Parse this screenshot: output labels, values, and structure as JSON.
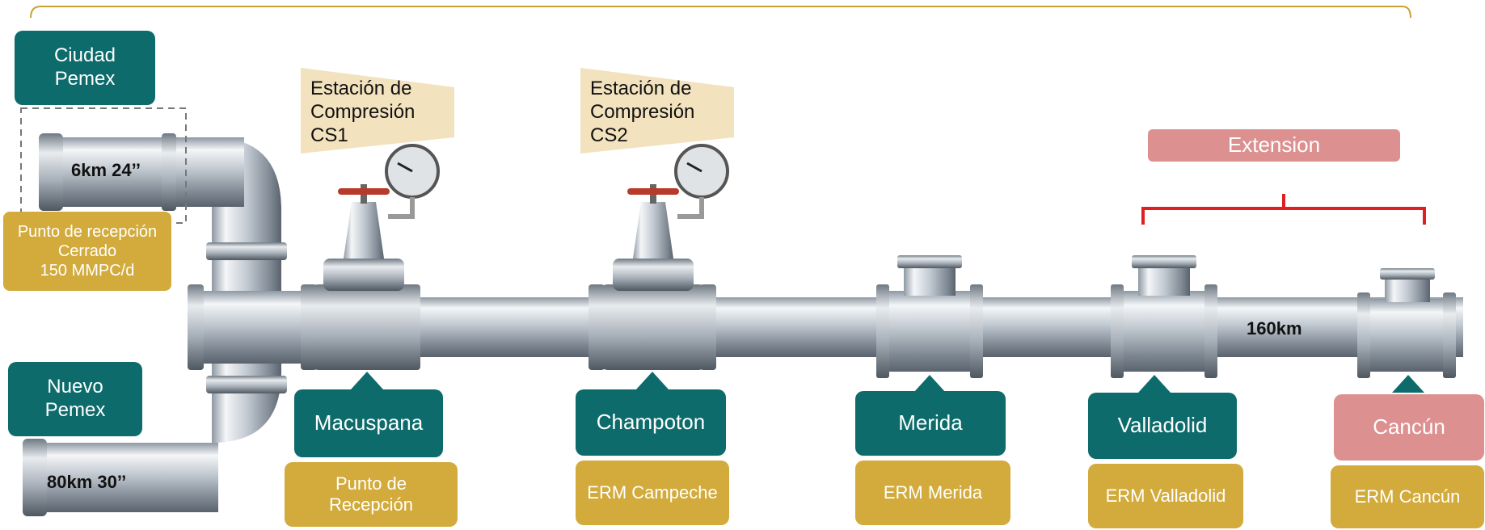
{
  "colors": {
    "teal": "#0e6b6b",
    "gold": "#d2ab3c",
    "pink": "#dc9090",
    "bracket_red": "#e02020",
    "top_line": "#c9a235",
    "station_label_bg": "#f2e2bd"
  },
  "origins": {
    "ciudad_pemex": "Ciudad\nPemex",
    "nuevo_pemex": "Nuevo\nPemex"
  },
  "pipes": {
    "upper": "6km 24’’",
    "lower": "80km 30’’",
    "extension_len": "160km"
  },
  "reception_point": "Punto de recepción\nCerrado\n150 MMPC/d",
  "compression_stations": [
    {
      "label": "Estación de\nCompresión\nCS1"
    },
    {
      "label": "Estación de\nCompresión\nCS2"
    }
  ],
  "extension_label": "Extension",
  "stations": [
    {
      "name": "Macuspana",
      "sub": "Punto de\nRecepción"
    },
    {
      "name": "Champoton",
      "sub": "ERM Campeche"
    },
    {
      "name": "Merida",
      "sub": "ERM Merida"
    },
    {
      "name": "Valladolid",
      "sub": "ERM Valladolid"
    },
    {
      "name": "Cancún",
      "sub": "ERM Cancún"
    }
  ],
  "icons": [
    "pipeline-icon",
    "valve-icon",
    "pressure-gauge-icon",
    "tee-fitting-icon",
    "elbow-pipe-icon"
  ]
}
